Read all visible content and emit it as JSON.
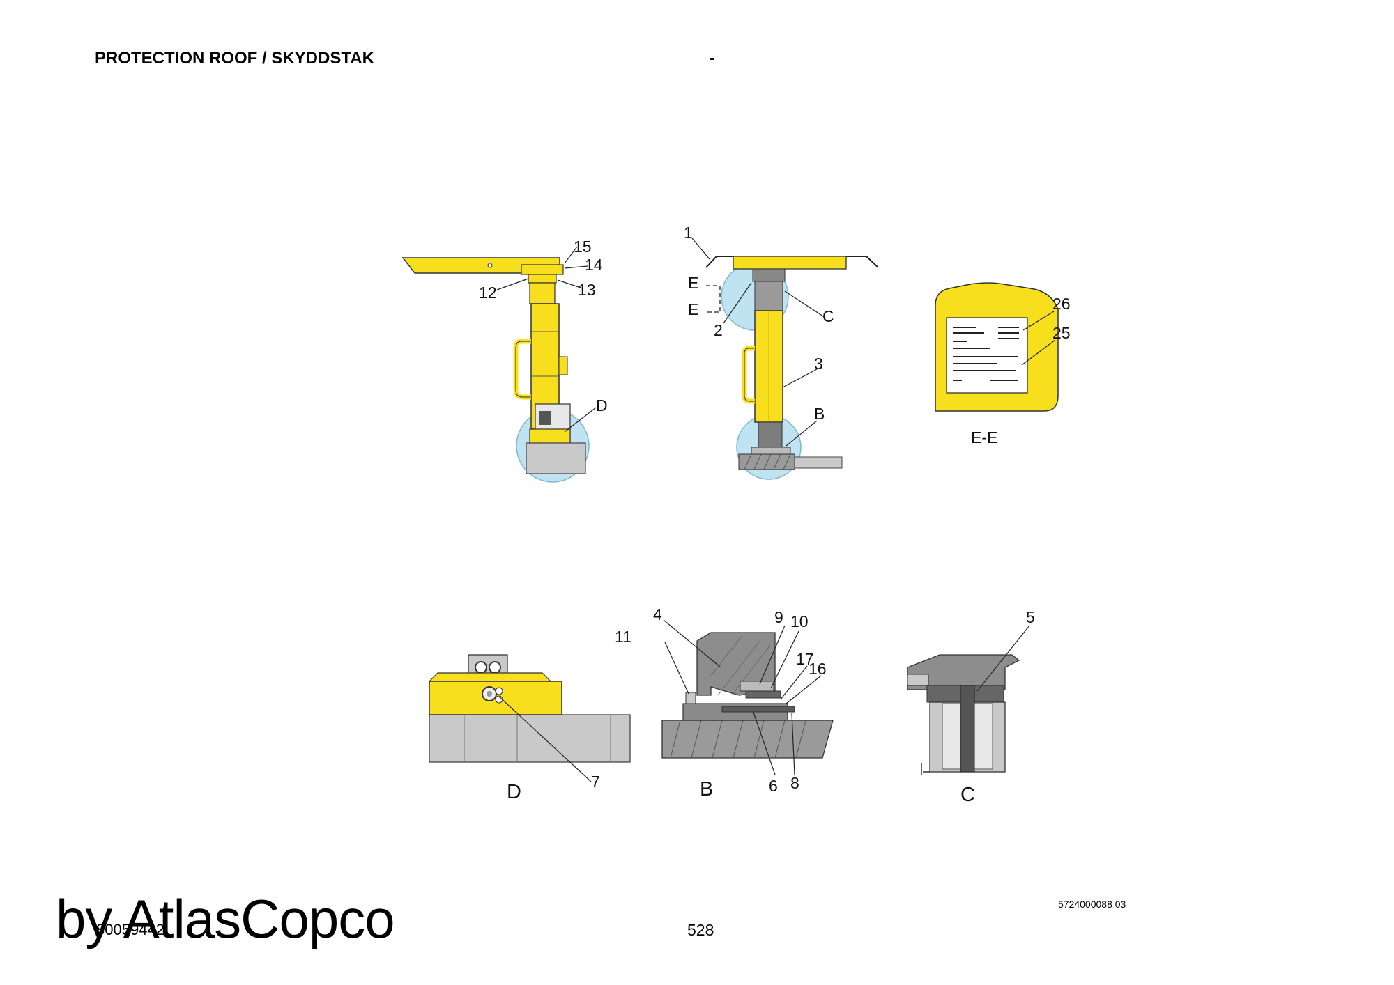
{
  "header": {
    "title": "PROTECTION ROOF / SKYDDSTAK",
    "dash": "-"
  },
  "callouts": {
    "c1": "1",
    "c2": "2",
    "c3": "3",
    "c4": "4",
    "c5": "5",
    "c6": "6",
    "c7": "7",
    "c8": "8",
    "c9": "9",
    "c10": "10",
    "c11": "11",
    "c12": "12",
    "c13": "13",
    "c14": "14",
    "c15": "15",
    "c16": "16",
    "c17": "17",
    "c25": "25",
    "c26": "26",
    "cB": "B",
    "cC": "C",
    "cD": "D",
    "cE1": "E",
    "cE2": "E"
  },
  "views": {
    "ee": "E-E",
    "d": "D",
    "b": "B",
    "c": "C"
  },
  "footer": {
    "doc_number": "5724000088 03",
    "page_number": "528",
    "part_number": "80059442",
    "watermark": "by AtlasCopco"
  },
  "colors": {
    "yellow": "#f7df1e",
    "grey": "#c9c9c9",
    "dark_grey": "#7d7d7d",
    "detail_circle": "#bfe3f0"
  }
}
